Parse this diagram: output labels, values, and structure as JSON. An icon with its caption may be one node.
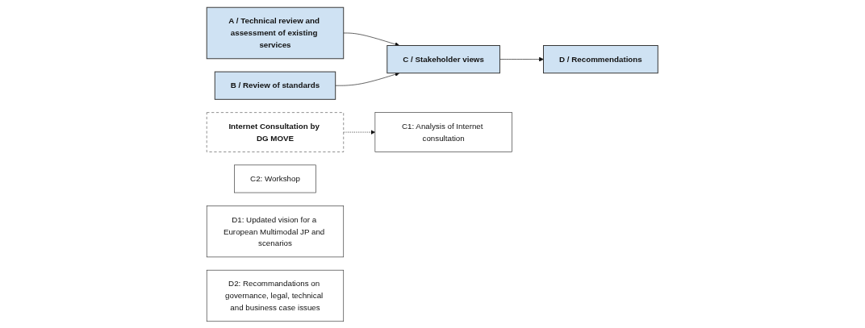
{
  "diagram": {
    "nodes": [
      {
        "text": [
          "A / Technical review and assessment of existing services"
        ]
      },
      {
        "text": [
          "B / Review of standards"
        ]
      },
      {
        "text": [
          "Internet Consultation by DG MOVE"
        ]
      },
      {
        "text": [
          "C / Stakeholder views"
        ]
      },
      {
        "text": [
          "C1: Analysis of Internet consultation"
        ]
      },
      {
        "text": [
          "C2: Workshop"
        ]
      },
      {
        "text": [
          "D / Recommendations"
        ]
      },
      {
        "text": [
          "D1: Updated vision for a European Multimodal JP and scenarios"
        ]
      },
      {
        "text": [
          "D2: Recommandations on governance, legal, technical and business case issues"
        ]
      }
    ],
    "edges": [
      {
        "from": 0,
        "to": 3,
        "arrow": "to"
      },
      {
        "from": 1,
        "to": 3,
        "arrow": "to"
      },
      {
        "from": 2,
        "to": 4,
        "arrow": "to",
        "style": "dashed"
      },
      {
        "from": 3,
        "to": 6,
        "arrow": "to"
      }
    ]
  }
}
